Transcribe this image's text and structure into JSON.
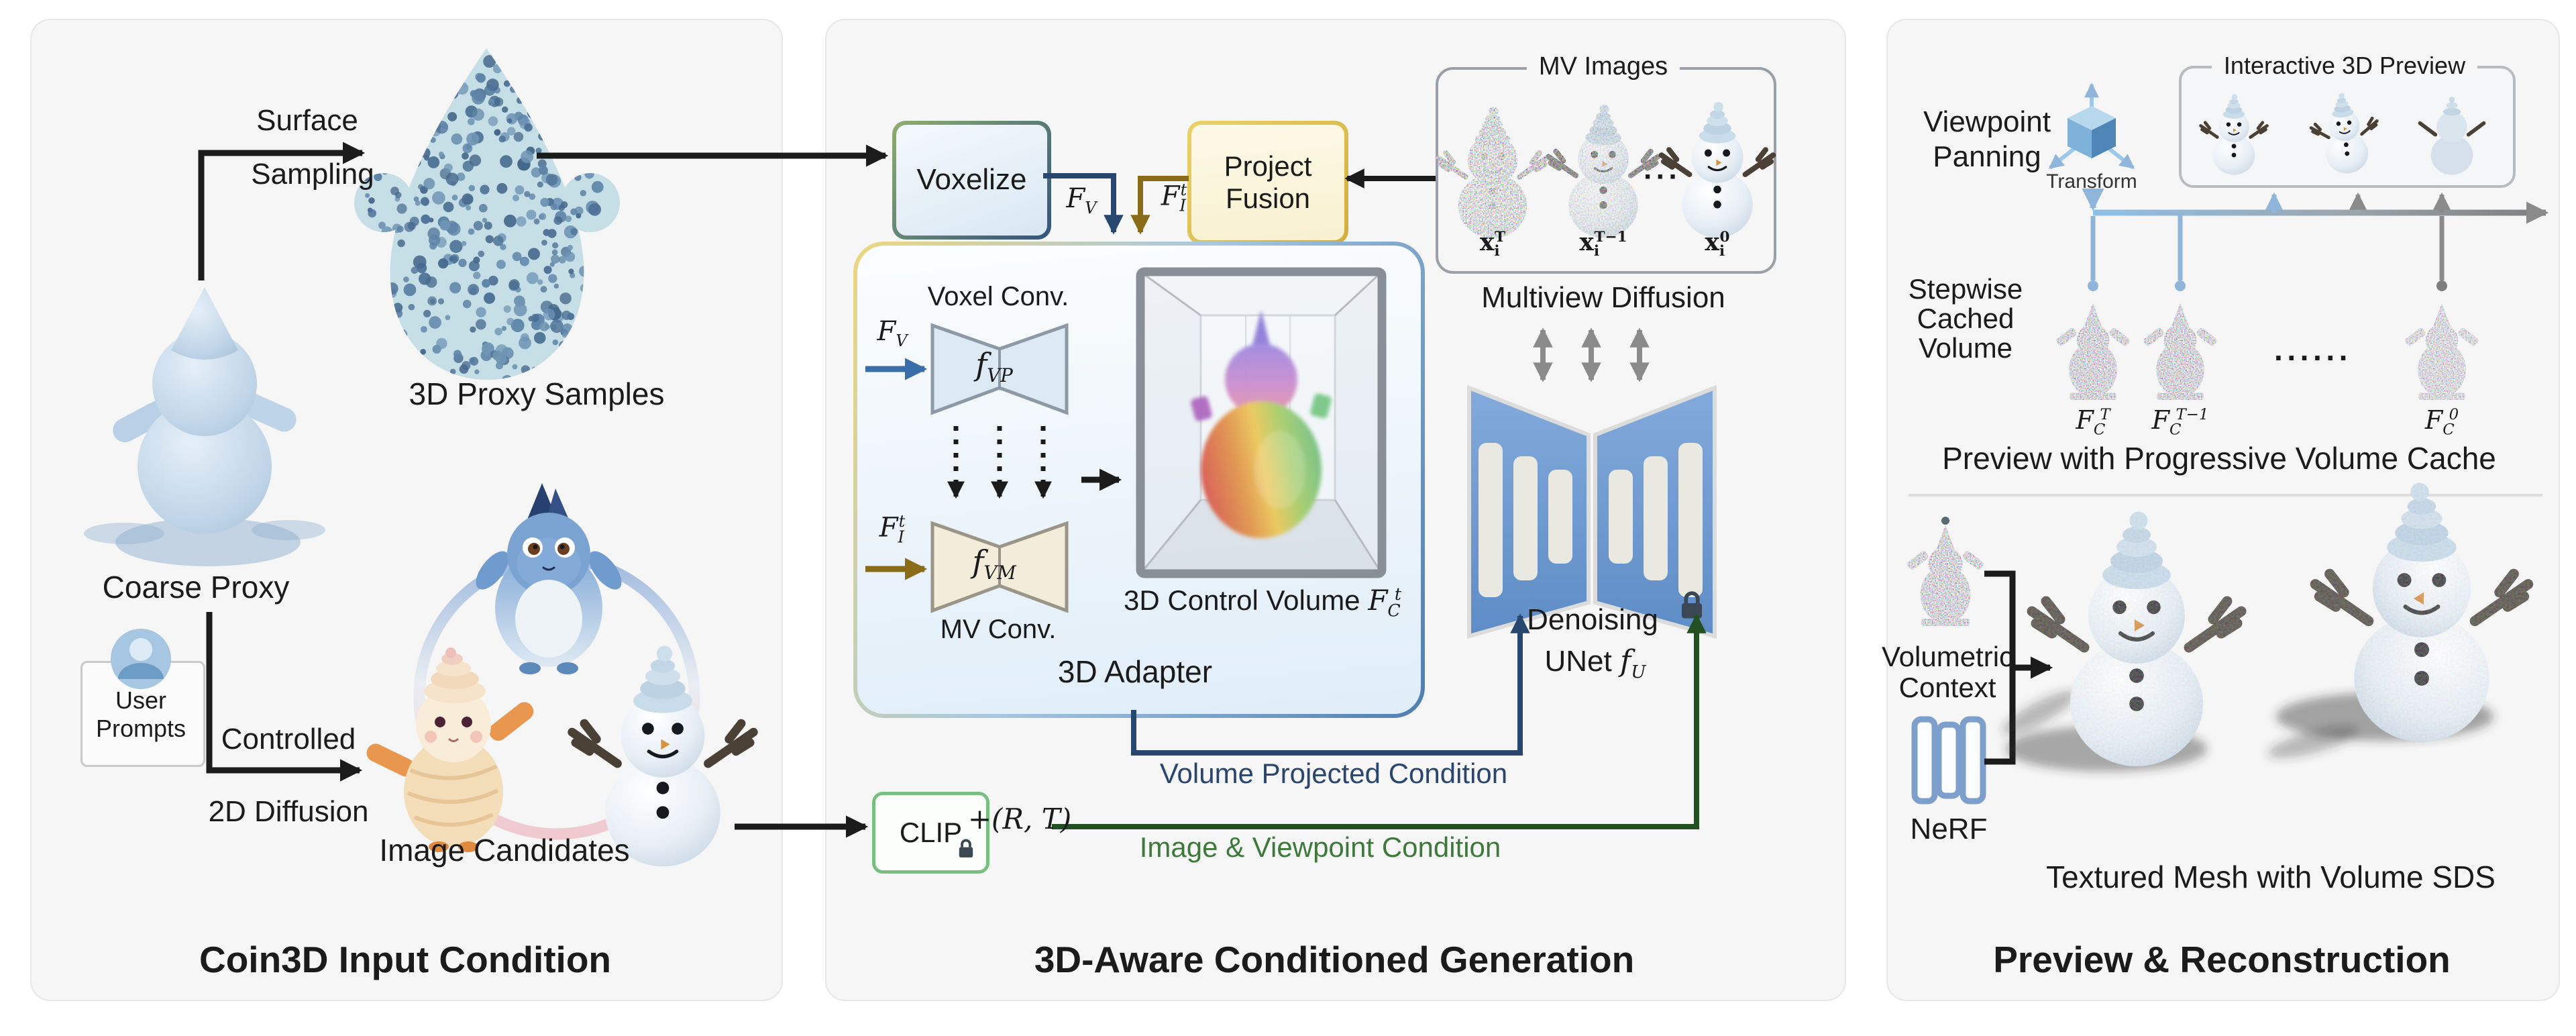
{
  "colors": {
    "panel_bg": "#f6f6f7",
    "navy_condition": "#27476e",
    "gold_feature": "#8a6b18",
    "green_condition": "#225022",
    "green_text": "#3d7a3a",
    "clip_border": "#79bf80",
    "blue_feature_arrow": "#3a6ea8",
    "unet_blue": "#6f9acf",
    "timeline_blue": "#8fc0e8",
    "arrow_gray": "#8a8a8a"
  },
  "icons": {
    "clip_lock": "lock",
    "unet_lock": "lock",
    "user_avatar": "person",
    "transform_gizmo": "3d-cube-axes"
  },
  "panels": {
    "input": {
      "title": "Coin3D Input Condition",
      "surface_line1": "Surface",
      "surface_line2": "Sampling",
      "proxy_samples": "3D Proxy Samples",
      "coarse_proxy": "Coarse Proxy",
      "user_line1": "User",
      "user_line2": "Prompts",
      "controlled_line1": "Controlled",
      "controlled_line2": "2D Diffusion",
      "image_candidates": "Image Candidates"
    },
    "generation": {
      "title": "3D-Aware Conditioned Generation",
      "voxelize": "Voxelize",
      "project_line1": "Project",
      "project_line2": "Fusion",
      "mv_images": "MV Images",
      "mv_dots": "···",
      "multiview_diffusion": "Multiview Diffusion",
      "voxel_conv": "Voxel Conv.",
      "mv_conv": "MV Conv.",
      "adapter": "3D Adapter",
      "control_volume_prefix": "3D Control Volume",
      "denoising_line1": "Denoising",
      "denoising_line2_prefix": "UNet",
      "clip": "CLIP",
      "rt": "+(R, T)",
      "volume_projected": "Volume Projected Condition",
      "image_viewpoint": "Image & Viewpoint Condition"
    },
    "preview": {
      "title": "Preview & Reconstruction",
      "viewpoint_line1": "Viewpoint",
      "viewpoint_line2": "Panning",
      "transform": "Transform",
      "interactive": "Interactive 3D Preview",
      "stepwise_line1": "Stepwise",
      "stepwise_line2": "Cached",
      "stepwise_line3": "Volume",
      "cache_dots": "······",
      "preview_cache": "Preview with Progressive Volume Cache",
      "volumetric_line1": "Volumetric",
      "volumetric_line2": "Context",
      "nerf": "NeRF",
      "textured_mesh": "Textured Mesh with Volume SDS"
    }
  },
  "math": {
    "fv": {
      "base": "F",
      "sub": "V",
      "sup": ""
    },
    "fit": {
      "base": "F",
      "sub": "I",
      "sup": "t"
    },
    "fvp": {
      "base": "f",
      "sub": "VP",
      "sup": ""
    },
    "fvm": {
      "base": "f",
      "sub": "VM",
      "sup": ""
    },
    "fct": {
      "base": "F",
      "sub": "C",
      "sup": "t"
    },
    "fu": {
      "base": "f",
      "sub": "U",
      "sup": ""
    },
    "fcT": {
      "base": "F",
      "sub": "C",
      "sup": "T"
    },
    "fcT1": {
      "base": "F",
      "sub": "C",
      "sup": "T−1"
    },
    "fc0": {
      "base": "F",
      "sub": "C",
      "sup": "0"
    },
    "xT": {
      "base": "x",
      "sub": "i",
      "sup": "T"
    },
    "xT1": {
      "base": "x",
      "sub": "i",
      "sup": "T−1"
    },
    "x0": {
      "base": "x",
      "sub": "i",
      "sup": "0"
    }
  }
}
